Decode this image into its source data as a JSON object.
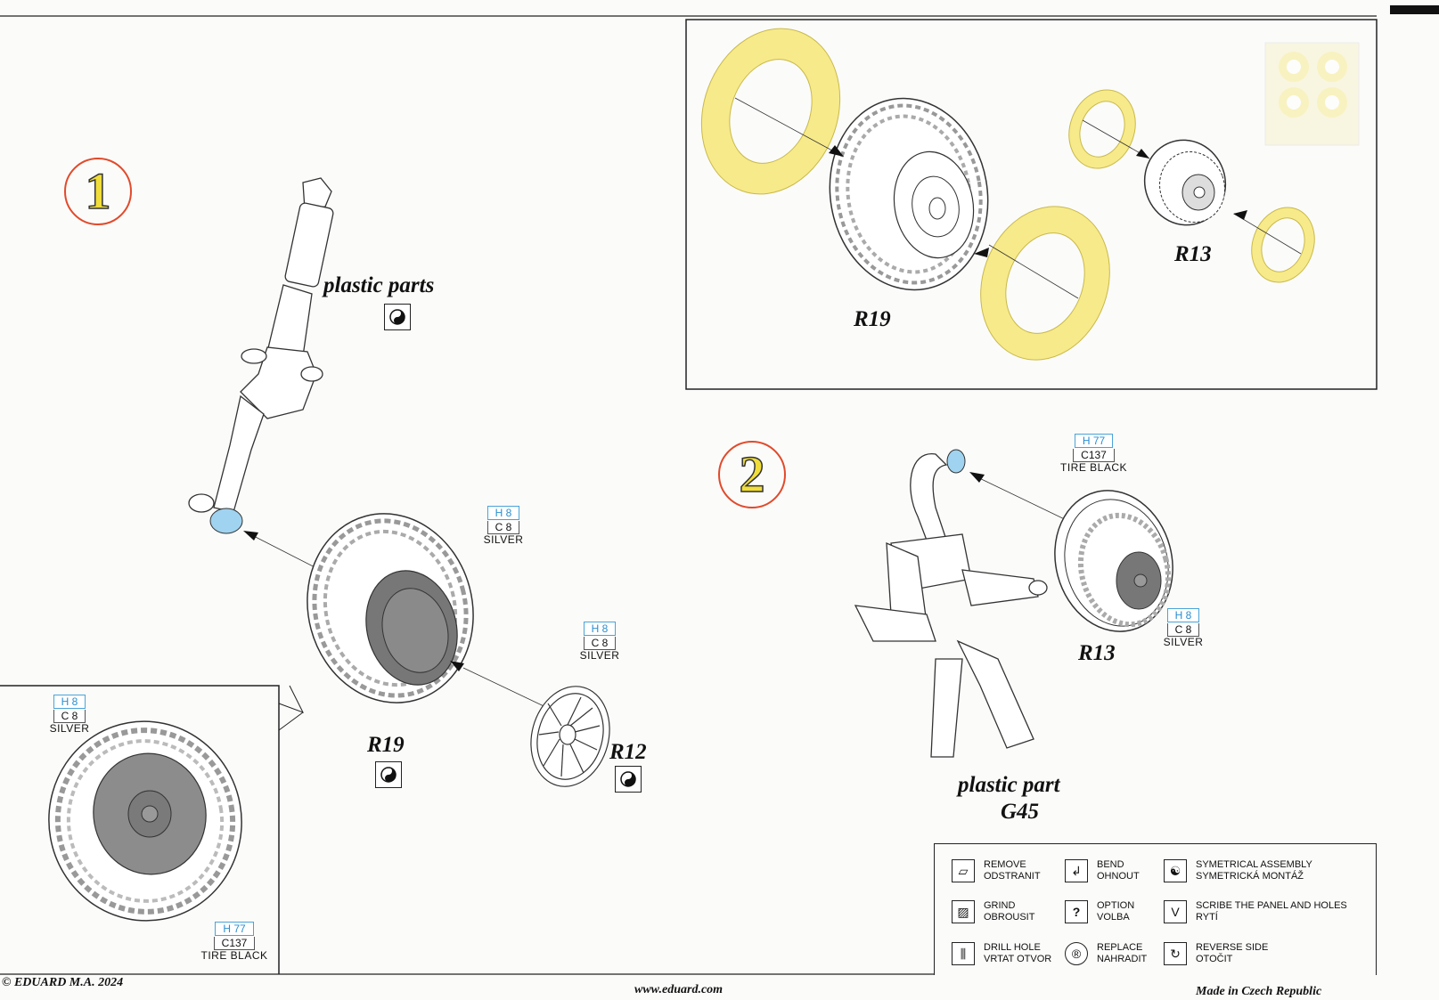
{
  "steps": {
    "step1": "1",
    "step2": "2"
  },
  "labels": {
    "plastic_parts": "plastic parts",
    "plastic_part": "plastic part",
    "g45": "G45",
    "r19_top": "R19",
    "r13_top": "R13",
    "r19_main": "R19",
    "r12": "R12",
    "r13_main": "R13"
  },
  "paints": {
    "silver": {
      "h": "H 8",
      "c": "C 8",
      "name": "SILVER"
    },
    "tire_black": {
      "h": "H 77",
      "c": "C137",
      "name": "TIRE BLACK"
    }
  },
  "legend": [
    {
      "icon": "remove-icon",
      "line1": "REMOVE",
      "line2": "ODSTRANIT"
    },
    {
      "icon": "bend-icon",
      "line1": "BEND",
      "line2": "OHNOUT"
    },
    {
      "icon": "symmetrical-icon",
      "line1": "SYMETRICAL ASSEMBLY",
      "line2": "SYMETRICKÁ MONTÁŽ"
    },
    {
      "icon": "grind-icon",
      "line1": "GRIND",
      "line2": "OBROUSIT"
    },
    {
      "icon": "option-icon",
      "line1": "OPTION",
      "line2": "VOLBA"
    },
    {
      "icon": "scribe-icon",
      "line1": "SCRIBE THE PANEL AND HOLES",
      "line2": "RYTÍ"
    },
    {
      "icon": "drill-hole-icon",
      "line1": "DRILL HOLE",
      "line2": "VRTAT OTVOR"
    },
    {
      "icon": "replace-icon",
      "line1": "REPLACE",
      "line2": "NAHRADIT"
    },
    {
      "icon": "reverse-side-icon",
      "line1": "REVERSE SIDE",
      "line2": "OTOČIT"
    }
  ],
  "footer": {
    "copyright": "© EDUARD  M.A. 2024",
    "website": "www.eduard.com",
    "origin": "Made in Czech Republic"
  },
  "colors": {
    "mask_yellow": "#f7ea8a",
    "paint_blue": "#9fd3f0",
    "step_ring": "#e14a2a",
    "step_digit": "#f0dd3a"
  }
}
